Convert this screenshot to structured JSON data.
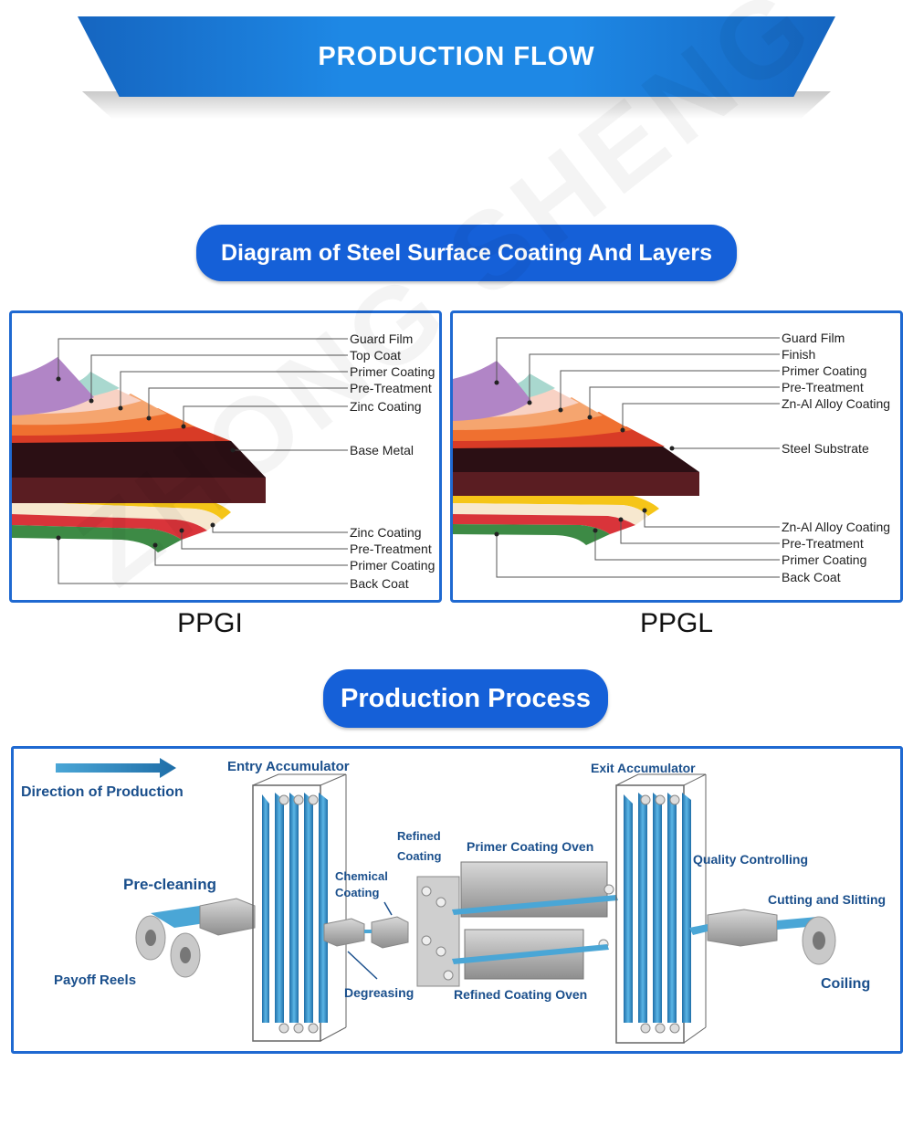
{
  "header": {
    "title": "PRODUCTION FLOW"
  },
  "section_diagram": {
    "title": "Diagram of Steel Surface Coating And Layers"
  },
  "ppgi": {
    "caption": "PPGI",
    "top_labels": [
      "Guard Film",
      "Top Coat",
      "Primer Coating",
      "Pre-Treatment",
      "Zinc Coating"
    ],
    "core_label": "Base Metal",
    "bottom_labels": [
      "Zinc Coating",
      "Pre-Treatment",
      "Primer Coating",
      "Back Coat"
    ]
  },
  "ppgl": {
    "caption": "PPGL",
    "top_labels": [
      "Guard Film",
      "Finish",
      "Primer Coating",
      "Pre-Treatment",
      "Zn-Al Alloy Coating"
    ],
    "core_label": "Steel Substrate",
    "bottom_labels": [
      "Zn-Al Alloy Coating",
      "Pre-Treatment",
      "Primer Coating",
      "Back Coat"
    ]
  },
  "section_process": {
    "title": "Production Process"
  },
  "process": {
    "direction": "Direction of Production",
    "entry_accumulator": "Entry Accumulator",
    "exit_accumulator": "Exit Accumulator",
    "pre_cleaning": "Pre-cleaning",
    "payoff_reels": "Payoff Reels",
    "chemical_coating": [
      "Chemical",
      "Coating"
    ],
    "refined_coating": [
      "Refined",
      "Coating"
    ],
    "degreasing": "Degreasing",
    "primer_coating_oven": "Primer Coating Oven",
    "refined_coating_oven": "Refined Coating Oven",
    "quality_controlling": "Quality Controlling",
    "cutting_and_slitting": "Cutting and Slitting",
    "coiling": "Coiling"
  },
  "watermark": "ZHONG SHENG",
  "colors": {
    "brand_blue": "#1560d8",
    "panel_border": "#1f69d1",
    "process_text": "#1a4f8c",
    "strip_blue": "#3d9bd6"
  }
}
